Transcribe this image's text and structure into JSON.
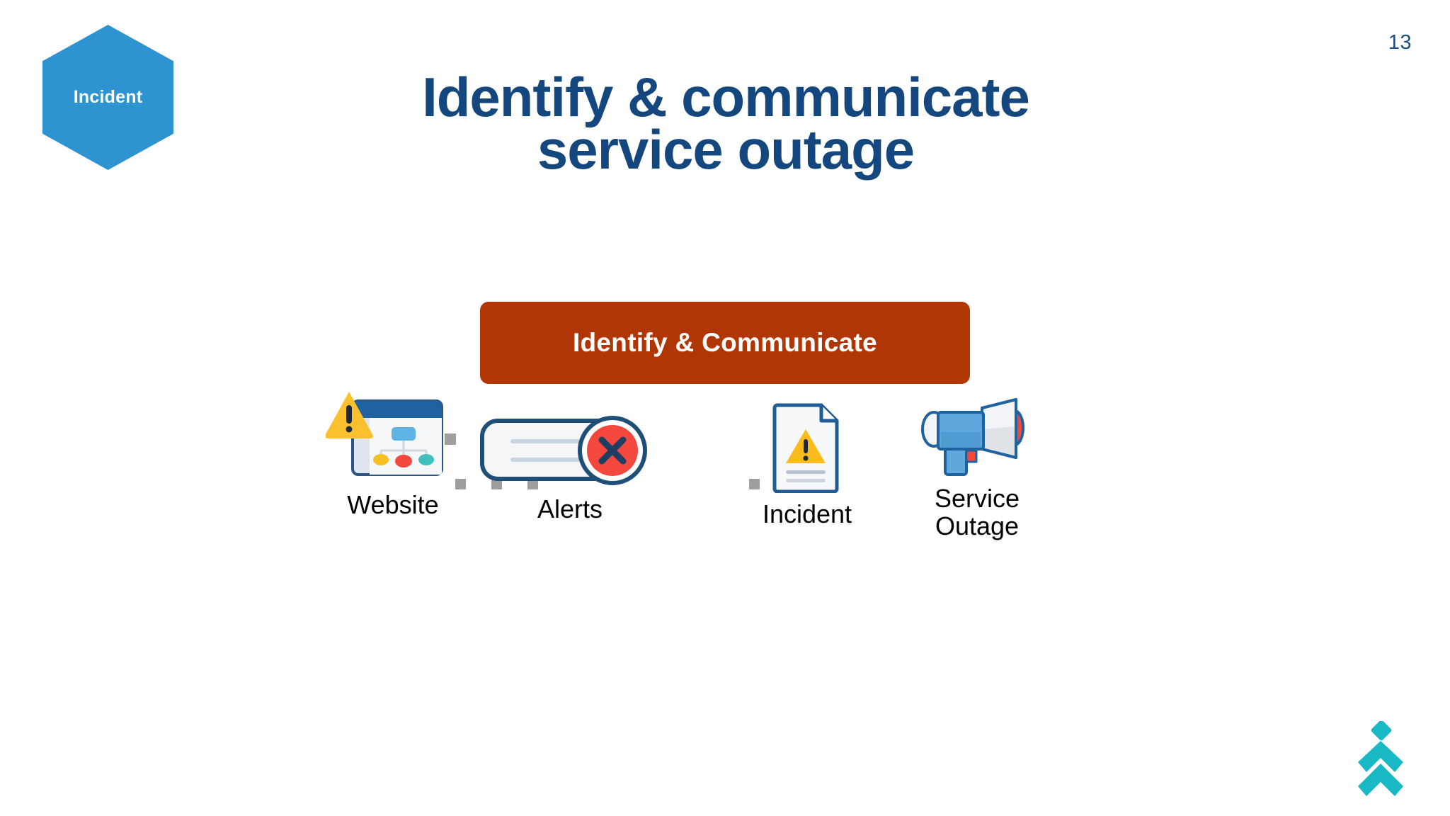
{
  "slide": {
    "page_number": "13",
    "badge": {
      "label": "Incident",
      "color": "#2e93d1"
    },
    "title": {
      "line1": "Identify & communicate",
      "line2": "service outage",
      "color": "#14477d"
    },
    "banner": {
      "label": "Identify & Communicate",
      "bg_color": "#b03705",
      "text_color": "#ffffff"
    },
    "process": {
      "steps": [
        {
          "label": "Website",
          "icon": "website-sitemap-warning-icon"
        },
        {
          "label": "Alerts",
          "icon": "alert-card-error-icon"
        },
        {
          "label": "Incident",
          "icon": "incident-document-warning-icon"
        },
        {
          "label": "Service\nOutage",
          "icon": "megaphone-icon"
        }
      ],
      "connector": {
        "style": "square-dots",
        "count_per_gap": 3,
        "color": "#9e9e9e"
      }
    },
    "logo": {
      "name": "running-chevrons-logo",
      "color": "#18b8c4"
    }
  }
}
